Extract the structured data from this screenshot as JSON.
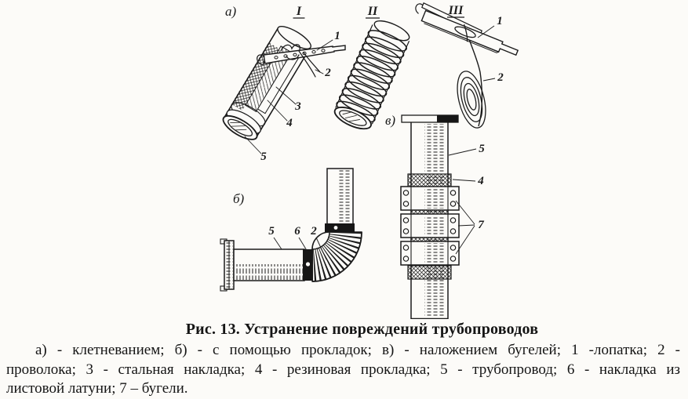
{
  "colors": {
    "ink": "#1b1b1b",
    "paper": "#fcfbf8"
  },
  "figure": {
    "panel_a_label": "а)",
    "panel_b_label": "б)",
    "panel_v_label": "в)",
    "roman_1": "I",
    "roman_2": "II",
    "roman_3": "III",
    "a_callout_1": "1",
    "a_callout_2": "2",
    "a_callout_3": "3",
    "a_callout_4": "4",
    "a_callout_5": "5",
    "iii_callout_1": "1",
    "iii_callout_2": "2",
    "b_callout_5": "5",
    "b_callout_6": "6",
    "b_callout_2": "2",
    "v_callout_5": "5",
    "v_callout_4": "4",
    "v_callout_7": "7"
  },
  "caption": "Рис. 13. Устранение повреждений трубопроводов",
  "legend": {
    "lines": [
      "а) - клетневанием; б) - с помощью прокладок; в) - наложением бугелей; 1 -лопатка; 2 -",
      "проволока; 3 - стальная накладка; 4 - резиновая прокладка; 5 - трубопровод; 6 - накладка из",
      "листовой латуни; 7 – бугели."
    ]
  }
}
